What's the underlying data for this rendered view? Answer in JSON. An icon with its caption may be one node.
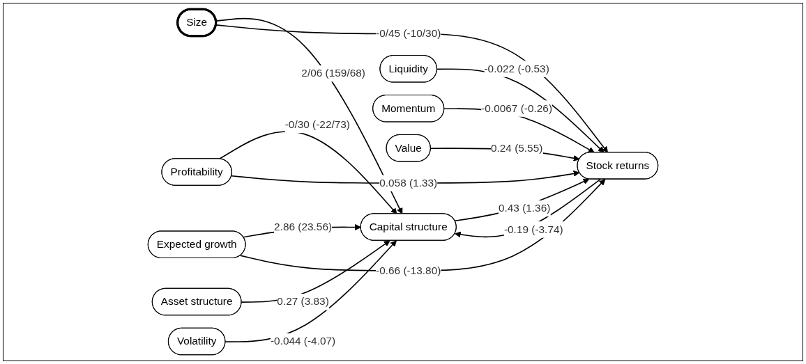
{
  "diagram": {
    "nodes": [
      {
        "text": [
          "Size"
        ]
      },
      {
        "text": [
          "Profitability"
        ]
      },
      {
        "text": [
          "Expected growth"
        ]
      },
      {
        "text": [
          "Capital structure"
        ]
      },
      {
        "text": [
          "Stock returns"
        ]
      },
      {
        "text": [
          "Asset structure"
        ]
      },
      {
        "text": [
          "Volatility"
        ]
      },
      {
        "text": [
          "Liquidity"
        ]
      },
      {
        "text": [
          "Momentum"
        ]
      },
      {
        "text": [
          "Value"
        ]
      }
    ],
    "edges": [
      {
        "from": 0,
        "to": 3,
        "arrow": "to",
        "label": "2/06 (159/68)"
      },
      {
        "from": 0,
        "to": 4,
        "arrow": "to",
        "label": "-0/45 (-10/30)"
      },
      {
        "from": 1,
        "to": 3,
        "arrow": "to",
        "label": "-0/30 (-22/73)"
      },
      {
        "from": 1,
        "to": 4,
        "arrow": "to",
        "label": "0.058 (1.33)"
      },
      {
        "from": 2,
        "to": 3,
        "arrow": "to",
        "label": "2.86 (23.56)"
      },
      {
        "from": 2,
        "to": 4,
        "arrow": "to",
        "label": "-0.66 (-13.80)"
      },
      {
        "from": 3,
        "to": 4,
        "arrow": "to",
        "label": "0.43 (1.36)"
      },
      {
        "from": 4,
        "to": 3,
        "arrow": "to",
        "label": "-0.19 (-3.74)"
      },
      {
        "from": 5,
        "to": 3,
        "arrow": "to",
        "label": "0.27 (3.83)"
      },
      {
        "from": 6,
        "to": 3,
        "arrow": "to",
        "label": "-0.044 (-4.07)"
      },
      {
        "from": 7,
        "to": 4,
        "arrow": "to",
        "label": "-0.022 (-0.53)"
      },
      {
        "from": 8,
        "to": 4,
        "arrow": "to",
        "label": "-0.0067 (-0.26)"
      },
      {
        "from": 9,
        "to": 4,
        "arrow": "to",
        "label": "0.24 (5.55)"
      }
    ]
  }
}
